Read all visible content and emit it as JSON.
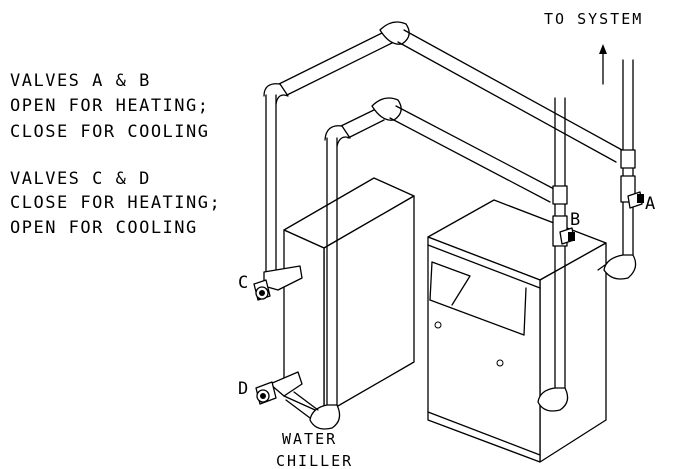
{
  "labels": {
    "to_system": "TO SYSTEM",
    "valves_ab": {
      "line1": "VALVES A & B",
      "line2": "OPEN FOR HEATING;",
      "line3": "CLOSE FOR COOLING"
    },
    "valves_cd": {
      "line1": "VALVES C & D",
      "line2": "CLOSE FOR HEATING;",
      "line3": "OPEN FOR COOLING"
    },
    "water_chiller": {
      "line1": "WATER",
      "line2": "CHILLER"
    },
    "valve_a": "A",
    "valve_b": "B",
    "valve_c": "C",
    "valve_d": "D"
  }
}
